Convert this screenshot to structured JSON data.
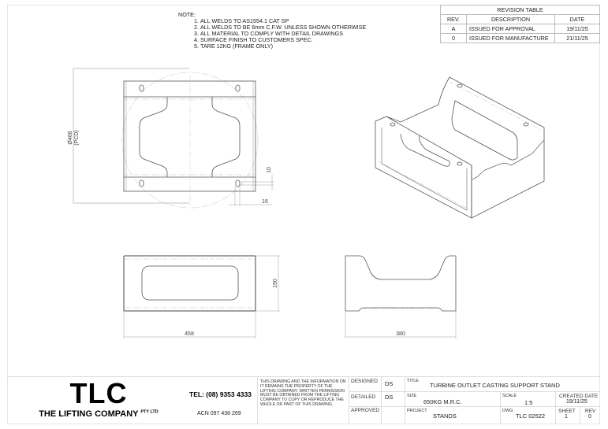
{
  "notes": {
    "header": "NOTE:",
    "items": [
      "ALL WELDS TO AS1554.1 CAT SP",
      "ALL WELDS TO BE 6mm C.F.W. UNLESS SHOWN OTHERWISE",
      "ALL MATERIAL TO COMPLY WITH DETAIL DRAWINGS",
      "SURFACE FINISH TO CUSTOMERS SPEC.",
      "TARE 12KG (FRAME ONLY)"
    ]
  },
  "revision_table": {
    "title": "REVISION TABLE",
    "headers": [
      "REV.",
      "DESCRIPTION",
      "DATE"
    ],
    "rows": [
      {
        "rev": "A",
        "description": "ISSUED FOR APPROVAL",
        "date": "19/11/25"
      },
      {
        "rev": "0",
        "description": "ISSUED FOR MANUFACTURE",
        "date": "21/11/25"
      }
    ]
  },
  "dimensions": {
    "pcd_diameter": "Ø468",
    "pcd_label": "(PCD)",
    "slot_height": "10",
    "slot_offset": "16",
    "front_width": "458",
    "front_height": "190",
    "side_width": "380"
  },
  "title_block": {
    "logo": "TLC",
    "company": "THE LIFTING COMPANY",
    "company_suffix": "PTY LTD",
    "tel": "TEL: (08) 9353 4333",
    "acn": "ACN 097 438 269",
    "disclaimer": "THIS DRAWING AND THE INFORMATION ON IT REMAINS THE PROPERTY OF THE LIFTING COMPANY. WRITTEN PERMISSION MUST BE OBTAINED FROM THE LIFTING COMPANY TO COPY OR REPRODUCE THE WHOLE OR PART OF THIS DRAWING.",
    "designed_label": "DESIGNED",
    "designed_value": "DS",
    "detailed_label": "DETAILED",
    "detailed_value": "DS",
    "approved_label": "APPROVED",
    "approved_value": "",
    "title_label": "TITLE",
    "title_value": "TURBINE OUTLET CASTING SUPPORT STAND",
    "size_label": "SIZE",
    "size_value": "650KG M.R.C.",
    "scale_label": "SCALE",
    "scale_value": "1:5",
    "created_label": "CREATED DATE",
    "created_value": "19/11/25",
    "project_label": "PROJECT",
    "project_value": "STANDS",
    "dwg_label": "DWG",
    "dwg_value": "TLC 02522",
    "sheet_label": "SHEET",
    "sheet_value": "1",
    "rev_label": "REV",
    "rev_value": "0"
  }
}
